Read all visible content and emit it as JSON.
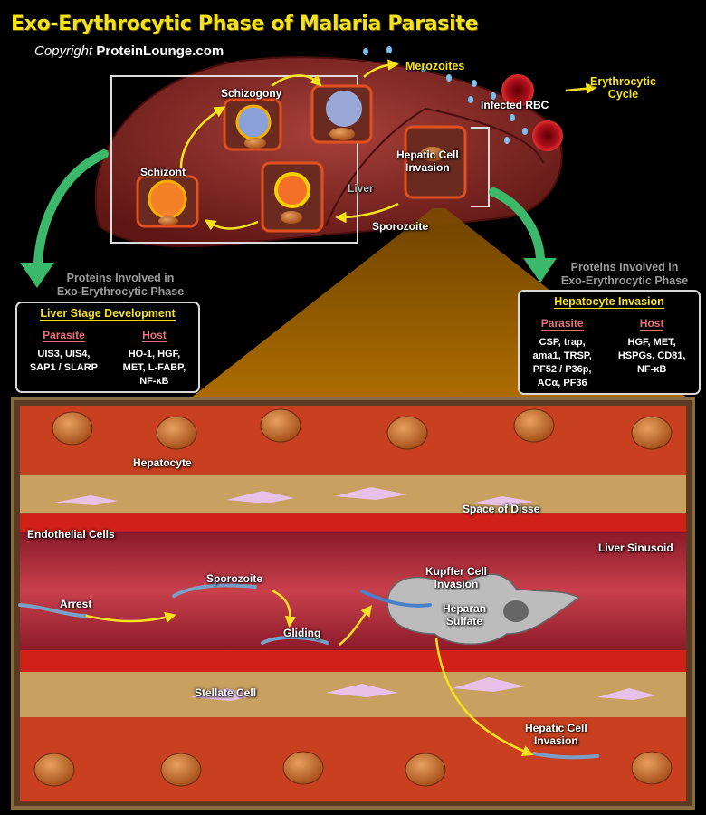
{
  "header": {
    "title": "Exo-Erythrocytic Phase of Malaria Parasite",
    "copyright_prefix": "Copyright",
    "copyright_brand": "ProteinLounge.com"
  },
  "liver_labels": {
    "schizogony": "Schizogony",
    "schizont": "Schizont",
    "merozoites": "Merozoites",
    "infected_rbc": "Infected RBC",
    "erythrocytic_cycle_1": "Erythrocytic",
    "erythrocytic_cycle_2": "Cycle",
    "hepatic_invasion_1": "Hepatic Cell",
    "hepatic_invasion_2": "Invasion",
    "liver": "Liver",
    "sporozoite": "Sporozoite"
  },
  "left_panel": {
    "header_1": "Proteins Involved in",
    "header_2": "Exo-Erythrocytic Phase",
    "title": "Liver Stage Development",
    "parasite_header": "Parasite",
    "parasite_lines": [
      "UIS3, UIS4,",
      "SAP1 / SLARP"
    ],
    "host_header": "Host",
    "host_lines": [
      "HO-1, HGF,",
      "MET, L-FABP,",
      "NF-κB"
    ]
  },
  "right_panel": {
    "header_1": "Proteins Involved in",
    "header_2": "Exo-Erythrocytic Phase",
    "title": "Hepatocyte Invasion",
    "parasite_header": "Parasite",
    "parasite_lines": [
      "CSP, trap,",
      "ama1, TRSP,",
      "PF52 / P36p,",
      "ACα, PF36"
    ],
    "host_header": "Host",
    "host_lines": [
      "HGF, MET,",
      "HSPGs, CD81,",
      "NF-κB"
    ]
  },
  "sinusoid_labels": {
    "hepatocyte": "Hepatocyte",
    "space_of_disse": "Space of Disse",
    "endothelial_cells": "Endothelial Cells",
    "liver_sinusoid": "Liver Sinusoid",
    "sporozoite": "Sporozoite",
    "kupffer_1": "Kupffer Cell",
    "kupffer_2": "Invasion",
    "arrest": "Arrest",
    "heparan_1": "Heparan",
    "heparan_2": "Sulfate",
    "gliding": "Gliding",
    "stellate_cell": "Stellate Cell",
    "hepatic_invasion_1": "Hepatic Cell",
    "hepatic_invasion_2": "Invasion"
  },
  "colors": {
    "title_yellow": "#f4e21c",
    "liver_red": "#8c2a26",
    "arrow_green": "#3bb86a",
    "protein_pink": "#e8707a",
    "sinusoid": "#b0283c"
  }
}
